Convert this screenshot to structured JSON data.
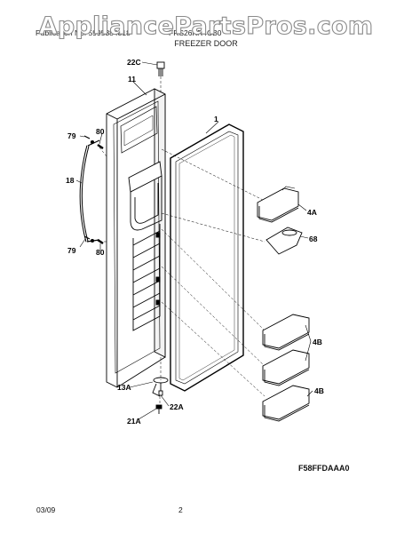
{
  "watermark": {
    "text": "AppliancePartsPros.com"
  },
  "header": {
    "left": "Publication No: 5995384818",
    "right": "FRS26KR4CB0",
    "title": "FREEZER DOOR"
  },
  "callouts": {
    "c22C": "22C",
    "c11": "11",
    "c1": "1",
    "c79a": "79",
    "c80a": "80",
    "c18": "18",
    "c79b": "79",
    "c80b": "80",
    "c4A": "4A",
    "c68": "68",
    "c4Ba": "4B",
    "c4Bb": "4B",
    "c13A": "13A",
    "c22A": "22A",
    "c21A": "21A"
  },
  "footer": {
    "code": "F58FFDAAA0",
    "date": "03/09",
    "page": "2"
  }
}
